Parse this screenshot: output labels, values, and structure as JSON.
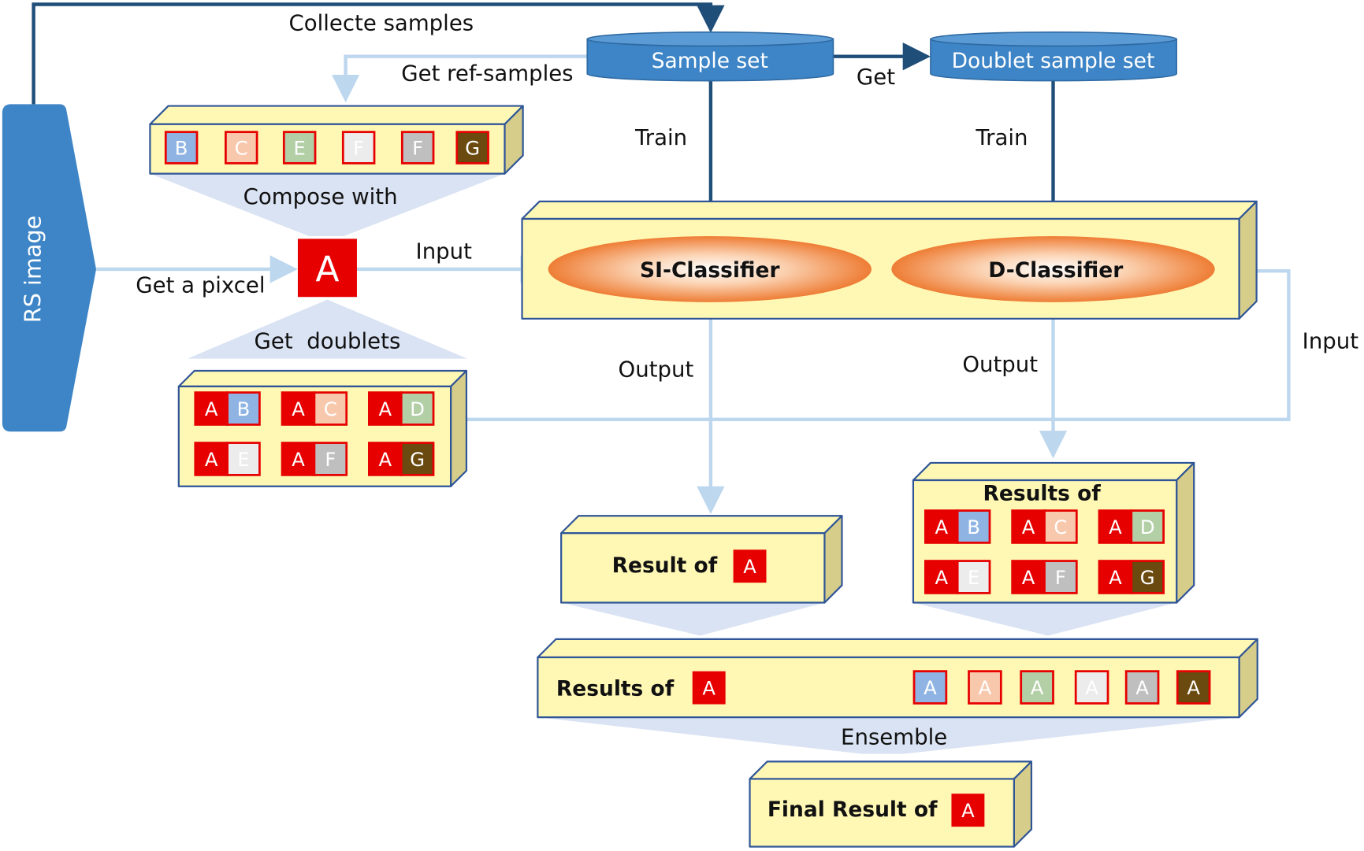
{
  "labels": {
    "rs_image": "RS image",
    "collect_samples": "Collecte samples",
    "sample_set": "Sample set",
    "doublet_sample_set": "Doublet sample set",
    "get": "Get",
    "get_ref_samples": "Get ref-samples",
    "compose_with": "Compose with",
    "get_pixel": "Get a pixcel",
    "input_left": "Input",
    "input_right": "Input",
    "get_doublets": "Get  doublets",
    "train_si": "Train",
    "train_d": "Train",
    "si_classifier": "SI-Classifier",
    "d_classifier": "D-Classifier",
    "output_si": "Output",
    "output_d": "Output",
    "result_of": "Result of",
    "results_of_doublets": "Results of",
    "results_of_ensemble": "Results of",
    "ensemble": "Ensemble",
    "final_result_of": "Final Result of",
    "pixel": "A"
  },
  "colors": {
    "pixel_red": "#e60000",
    "dark_arrow": "#1f4e79",
    "light_arrow": "#bdd7ee",
    "box_front": "#fff8b5",
    "box_side": "#d6cd8a",
    "cylinder": "#3d85c6"
  },
  "ref_samples": [
    {
      "label": "B",
      "color": "#8fb4e3"
    },
    {
      "label": "C",
      "color": "#f8c8ad"
    },
    {
      "label": "E",
      "color": "#b3cfa6"
    },
    {
      "label": "F",
      "color": "#ececec"
    },
    {
      "label": "F",
      "color": "#bfbfbf"
    },
    {
      "label": "G",
      "color": "#6b4a10"
    }
  ],
  "doublets": [
    {
      "first": "A",
      "second": "B",
      "color": "#8fb4e3"
    },
    {
      "first": "A",
      "second": "C",
      "color": "#f8c8ad"
    },
    {
      "first": "A",
      "second": "D",
      "color": "#b3cfa6"
    },
    {
      "first": "A",
      "second": "E",
      "color": "#ececec"
    },
    {
      "first": "A",
      "second": "F",
      "color": "#bfbfbf"
    },
    {
      "first": "A",
      "second": "G",
      "color": "#6b4a10"
    }
  ],
  "ensemble_results": [
    {
      "label": "A",
      "color": "#8fb4e3"
    },
    {
      "label": "A",
      "color": "#f8c8ad"
    },
    {
      "label": "A",
      "color": "#b3cfa6"
    },
    {
      "label": "A",
      "color": "#ececec"
    },
    {
      "label": "A",
      "color": "#bfbfbf"
    },
    {
      "label": "A",
      "color": "#6b4a10"
    }
  ]
}
